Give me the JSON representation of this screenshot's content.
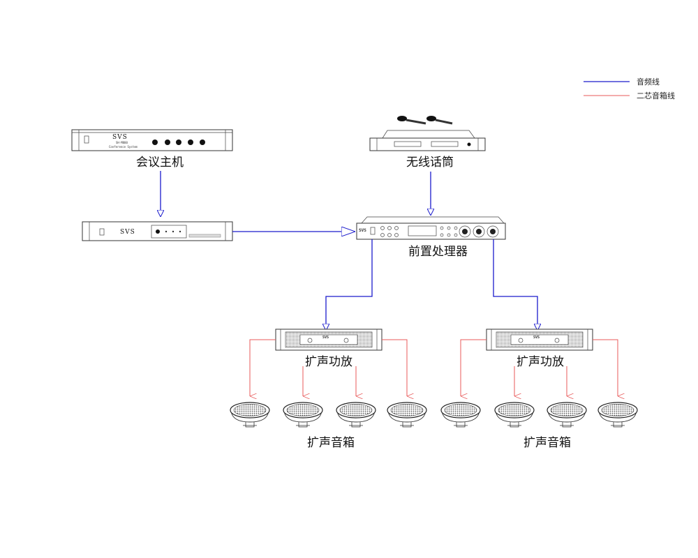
{
  "legend": {
    "audio_line": "音频线",
    "speaker_line": "二芯音箱线",
    "audio_color": "#1a1acc",
    "speaker_color": "#e85a5a"
  },
  "devices": {
    "conference_host": {
      "label": "会议主机",
      "brand": "SVS",
      "model": "SH-M800",
      "subtitle": "Conference System"
    },
    "conference_unit2": {
      "brand": "SVS"
    },
    "wireless_mic": {
      "label": "无线话筒"
    },
    "preprocessor": {
      "label": "前置处理器",
      "brand": "SVS"
    },
    "amplifier_left": {
      "label": "扩声功放",
      "brand": "SVS"
    },
    "amplifier_right": {
      "label": "扩声功放",
      "brand": "SVS"
    },
    "speakers_left": {
      "label": "扩声音箱"
    },
    "speakers_right": {
      "label": "扩声音箱"
    }
  }
}
